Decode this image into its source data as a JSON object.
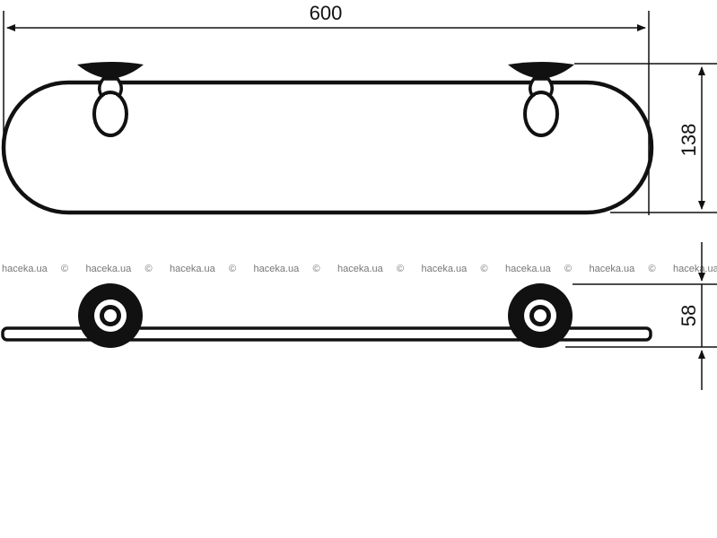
{
  "dimensions": {
    "width": "600",
    "depth": "138",
    "height": "58"
  },
  "watermark": {
    "text": "haceka.ua",
    "separator": "©",
    "repeat": 9
  },
  "colors": {
    "line": "#111111",
    "background": "#ffffff",
    "watermark": "#777777"
  }
}
